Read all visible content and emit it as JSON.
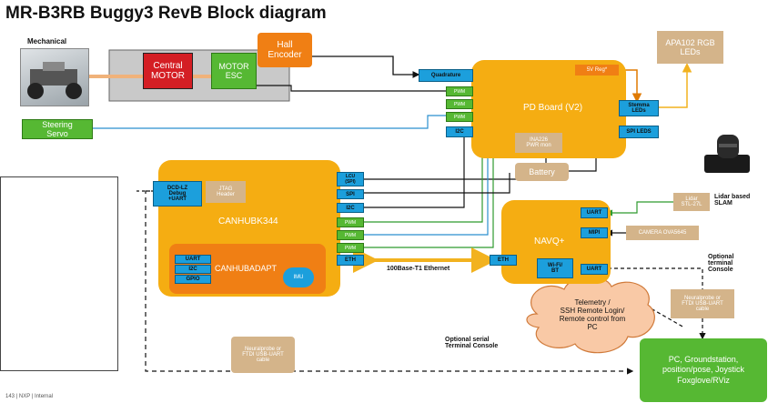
{
  "title": "MR-B3RB Buggy3 RevB Block diagram",
  "mechanical": {
    "label": "Mechanical"
  },
  "motor": {
    "central": "Central\nMOTOR",
    "esc": "MOTOR\nESC",
    "hall": "Hall\nEncoder",
    "steering": "Steering\nServo"
  },
  "pd_board": {
    "label": "PD Board (V2)",
    "quadrature": "Quadrature",
    "pwm": [
      "PWM",
      "PWM",
      "PWM"
    ],
    "i2c": "I2C",
    "vreg": "5V Reg*",
    "stemma": "Stemma\nLEDs",
    "spi_leds": "SPI LEDS",
    "ina": "INA226\nPWR mon"
  },
  "apa102": "APA102 RGB\nLEDs",
  "battery": "Battery",
  "canhubk": {
    "label": "CANHUBK344",
    "dcd": "DCD-LZ\nDebug\n+UART",
    "jtag": "JTAG\nHeader",
    "ports": [
      "LCU\n(SPI)",
      "SPI",
      "I2C",
      "PWM",
      "PWM",
      "PWM",
      "ETH"
    ]
  },
  "canhubadapt": {
    "label": "CANHUBADAPT",
    "ports": [
      "UART",
      "I2C",
      "GPIO"
    ],
    "imu": "IMU"
  },
  "navq": {
    "label": "NAVQ+",
    "ports": [
      "UART",
      "MIPI",
      "UART"
    ],
    "wifi": "Wi-Fi/\nBT",
    "eth": "ETH"
  },
  "lidar": {
    "box": "Lidar\nSTL-27L",
    "label": "Lidar based\nSLAM"
  },
  "camera": "CAMERA OVA5645",
  "ethernet_label": "100Base-T1 Ethernet",
  "telemetry": "Telemetry /\nSSH Remote Login/\nRemote control from\nPC",
  "optional_terminal": "Optional\nterminal\nConsole",
  "neuralprobe_right": "Neuralprobe or\nFTDI USB-UART\ncable",
  "neuralprobe_left": "Neuralprobe or\nFTDI USB-UART\ncable",
  "optional_serial": "Optional serial\nTerminal Console",
  "pc": "PC, Groundstation,\nposition/pose, Joystick\nFoxglove/RViz",
  "footer": "143 | NXP | Internal",
  "colors": {
    "orange": "#f5ad12",
    "blue": "#1c9fdc",
    "green": "#56b833",
    "tan": "#d4b48a",
    "red": "#d41e24"
  }
}
